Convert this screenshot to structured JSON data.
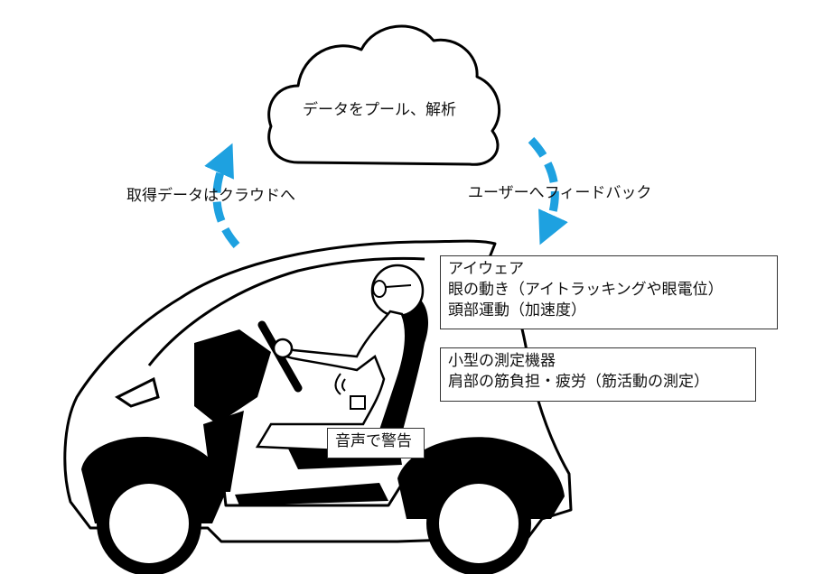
{
  "cloud": {
    "label": "データをプール、解析"
  },
  "arrows": {
    "left_label": "取得データはクラウドへ",
    "right_label": "ユーザーへフィードバック"
  },
  "boxes": {
    "eyewear": {
      "line1": "アイウェア",
      "line2": "眼の動き（アイトラッキングや眼電位）",
      "line3": "頭部運動（加速度）"
    },
    "device": {
      "line1": "小型の測定機器",
      "line2": "肩部の筋負担・疲労（筋活動の測定）"
    },
    "warning": {
      "label": "音声で警告"
    }
  },
  "colors": {
    "arrow": "#1ea1e0",
    "outline": "#000000"
  }
}
